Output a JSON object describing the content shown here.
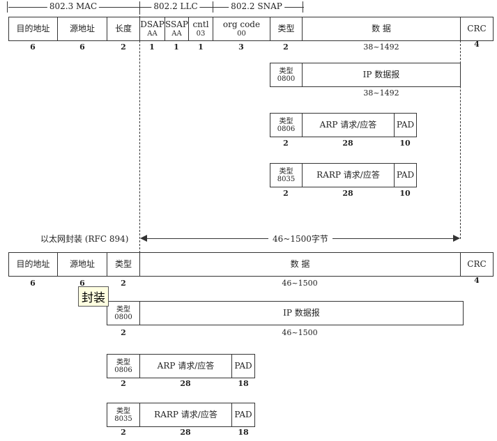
{
  "header": {
    "mac": "802.3 MAC",
    "llc": "802.2 LLC",
    "snap": "802.2 SNAP"
  },
  "frame8023": {
    "fields": [
      {
        "label": "目的地址",
        "size": "6"
      },
      {
        "label": "源地址",
        "size": "6"
      },
      {
        "label": "长度",
        "size": "2"
      },
      {
        "label": "DSAP",
        "value": "AA",
        "size": "1"
      },
      {
        "label": "SSAP",
        "value": "AA",
        "size": "1"
      },
      {
        "label": "cntl",
        "value": "03",
        "size": "1"
      },
      {
        "label": "org code",
        "value": "00",
        "size": "3"
      },
      {
        "label": "类型",
        "size": "2"
      },
      {
        "label": "数 据",
        "size": "38~1492"
      },
      {
        "label": "CRC",
        "size": "4"
      }
    ],
    "ip": {
      "type": "类型",
      "code": "0800",
      "label": "IP 数据报",
      "size": "38~1492"
    },
    "arp": {
      "type": "类型",
      "code": "0806",
      "label": "ARP 请求/应答",
      "pad": "PAD",
      "sizes": [
        "2",
        "28",
        "10"
      ]
    },
    "rarp": {
      "type": "类型",
      "code": "8035",
      "label": "RARP 请求/应答",
      "pad": "PAD",
      "sizes": [
        "2",
        "28",
        "10"
      ]
    }
  },
  "ethernet": {
    "title": "以太网封装 (RFC 894)",
    "span": "46~1500字节",
    "fields": [
      {
        "label": "目的地址",
        "size": "6"
      },
      {
        "label": "源地址",
        "size": "6"
      },
      {
        "label": "类型",
        "size": "2"
      },
      {
        "label": "数 据",
        "size": "46~1500"
      },
      {
        "label": "CRC",
        "size": "4"
      }
    ],
    "ip": {
      "type": "类型",
      "code": "0800",
      "label": "IP 数据报",
      "sizes": [
        "2",
        "46~1500"
      ]
    },
    "arp": {
      "type": "类型",
      "code": "0806",
      "label": "ARP 请求/应答",
      "pad": "PAD",
      "sizes": [
        "2",
        "28",
        "18"
      ]
    },
    "rarp": {
      "type": "类型",
      "code": "8035",
      "label": "RARP 请求/应答",
      "pad": "PAD",
      "sizes": [
        "2",
        "28",
        "18"
      ]
    }
  },
  "tooltip": "封装"
}
